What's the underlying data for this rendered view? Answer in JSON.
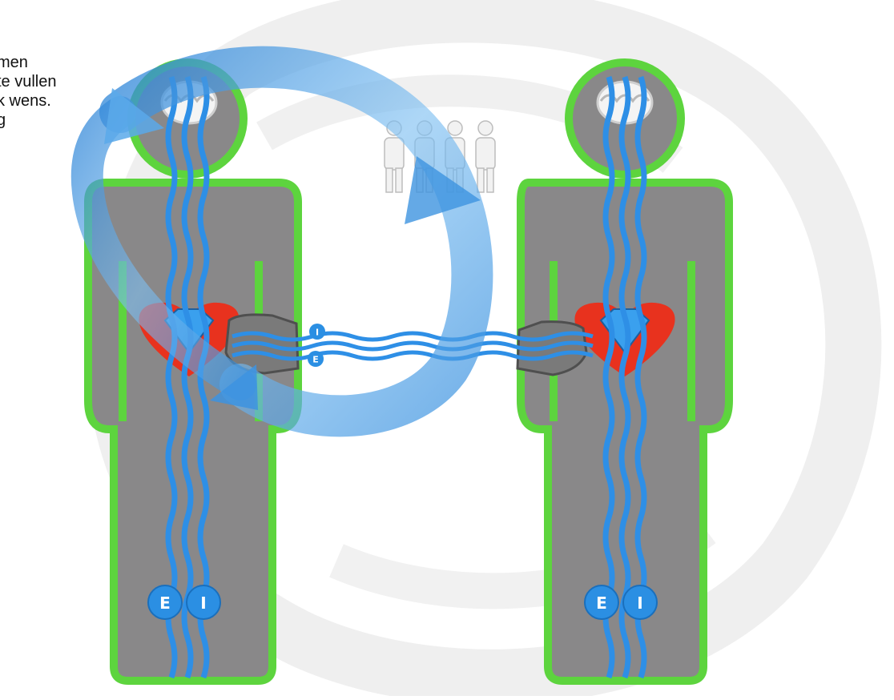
{
  "text_lines": [
    "men",
    "te vullen",
    "k wens.",
    "g"
  ],
  "badges": {
    "left_figure": [
      "E",
      "I"
    ],
    "right_figure": [
      "E",
      "I"
    ],
    "connection": [
      "I",
      "E"
    ]
  },
  "colors": {
    "body": "#898889",
    "outline": "#5dd43e",
    "wave": "#2e8fe6",
    "heart": "#e8321e",
    "badge": "#2b8fe3",
    "cycle_arrow": "#5aa9ea",
    "background_brush": "#d6d6d6"
  },
  "icons": [
    "brain-icon",
    "diamond-icon",
    "people-group-icon",
    "hand-icon",
    "cycle-arrow-icon"
  ]
}
